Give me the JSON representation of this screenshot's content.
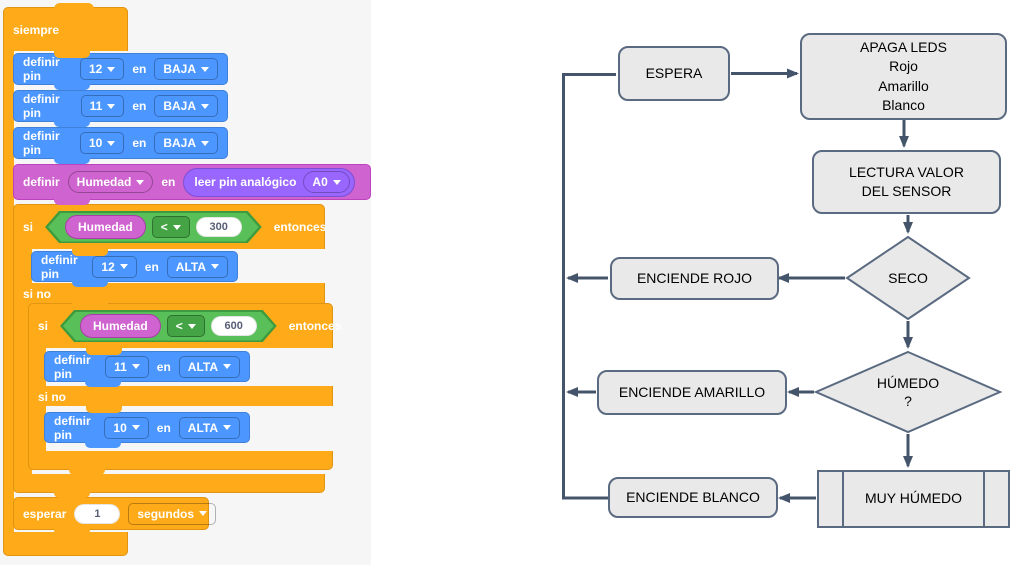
{
  "colors": {
    "control_orange": "#FFAB19",
    "pin_blue": "#4C97FF",
    "variable_magenta": "#CF63CF",
    "sensor_purple": "#9966FF",
    "operator_green": "#59C059",
    "flow_line": "#44546A",
    "flow_node_fill": "#E9E9E9",
    "flow_node_border": "#5A6A80",
    "panel_bg": "#F6F6F7"
  },
  "icons": {
    "dropdown": "chevron-down-icon"
  },
  "blocks": {
    "forever": "siempre",
    "definir_pin": "definir pin",
    "en": "en",
    "rows": [
      {
        "pin": "12",
        "val": "BAJA"
      },
      {
        "pin": "11",
        "val": "BAJA"
      },
      {
        "pin": "10",
        "val": "BAJA"
      },
      {
        "pin": "12",
        "val": "ALTA"
      },
      {
        "pin": "11",
        "val": "ALTA"
      },
      {
        "pin": "10",
        "val": "ALTA"
      }
    ],
    "definir": "definir",
    "variable": "Humedad",
    "reader": "leer pin analógico",
    "port": "A0",
    "si": "si",
    "entonces": "entonces",
    "sino": "si no",
    "op": "<",
    "limit1": "300",
    "limit2": "600",
    "esperar": "esperar",
    "wait_value": "1",
    "wait_unit": "segundos"
  },
  "flowchart": {
    "espera": "ESPERA",
    "apaga_leds": [
      "APAGA LEDS",
      "Rojo",
      "Amarillo",
      "Blanco"
    ],
    "lectura": [
      "LECTURA VALOR",
      "DEL SENSOR"
    ],
    "seco": "SECO",
    "enciende_rojo": "ENCIENDE ROJO",
    "humedo": [
      "HÚMEDO",
      "?"
    ],
    "enciende_amarillo": "ENCIENDE AMARILLO",
    "muy_humedo": "MUY HÚMEDO",
    "enciende_blanco": "ENCIENDE BLANCO",
    "line_color": "#44546A"
  }
}
